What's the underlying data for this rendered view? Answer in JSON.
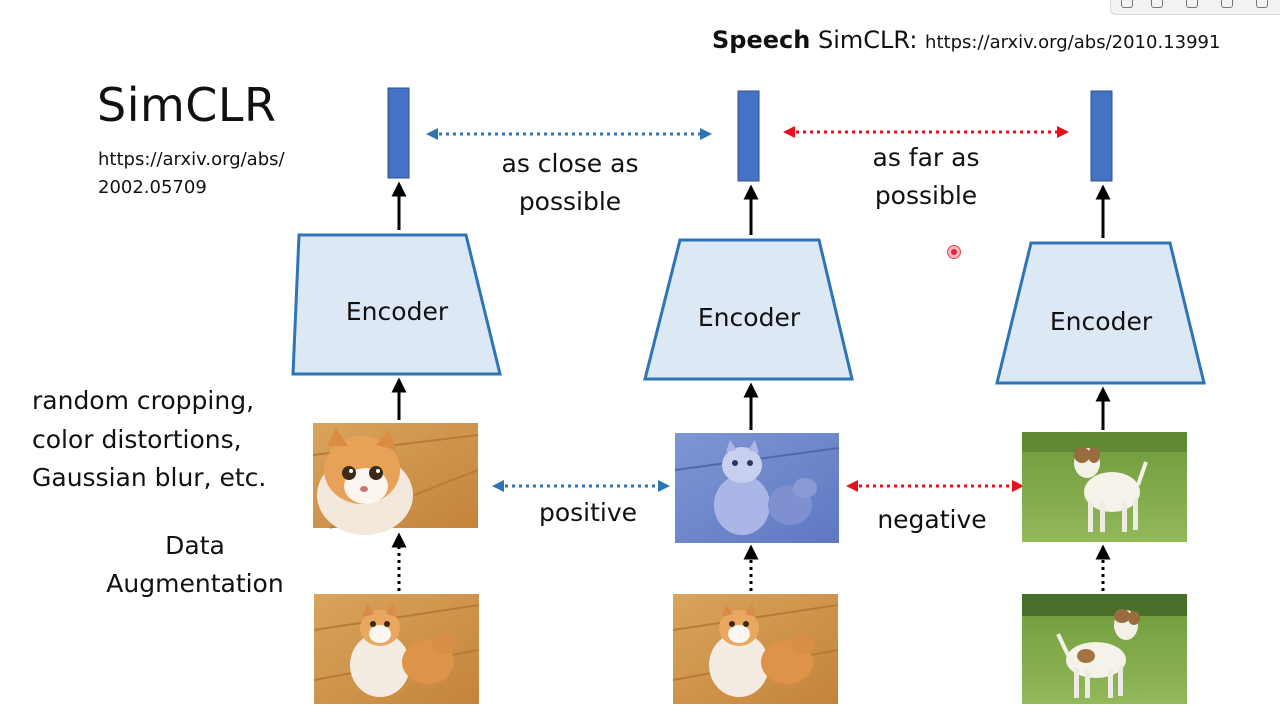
{
  "title": "SimCLR",
  "paper_url": "https://arxiv.org/abs/\n2002.05709",
  "speech": {
    "bold": "Speech",
    "rest": " SimCLR: ",
    "url": "https://arxiv.org/abs/2010.13991"
  },
  "augmentation_examples": "random cropping,\ncolor distortions,\nGaussian blur, etc.",
  "data_augmentation": "Data\nAugmentation",
  "encoder_label": "Encoder",
  "encoders": [
    "Encoder",
    "Encoder",
    "Encoder"
  ],
  "relation_close": "as close as\npossible",
  "relation_far": "as far as\npossible",
  "pair_positive": "positive",
  "pair_negative": "negative",
  "photos": {
    "cat_augmented_crop": "cat-closeup-photo",
    "cat_augmented_color": "cat-blue-tint-photo",
    "dog_view": "dog-standing-photo",
    "cat_original_1": "cat-original-photo",
    "cat_original_2": "cat-original-photo",
    "dog_original": "dog-original-photo"
  },
  "colors": {
    "encoder_fill": "#dde8f5",
    "encoder_stroke": "#2e75b6",
    "embedding_bar": "#4472c4",
    "positive_arrow": "#2e75b6",
    "negative_arrow": "#e8101d"
  }
}
